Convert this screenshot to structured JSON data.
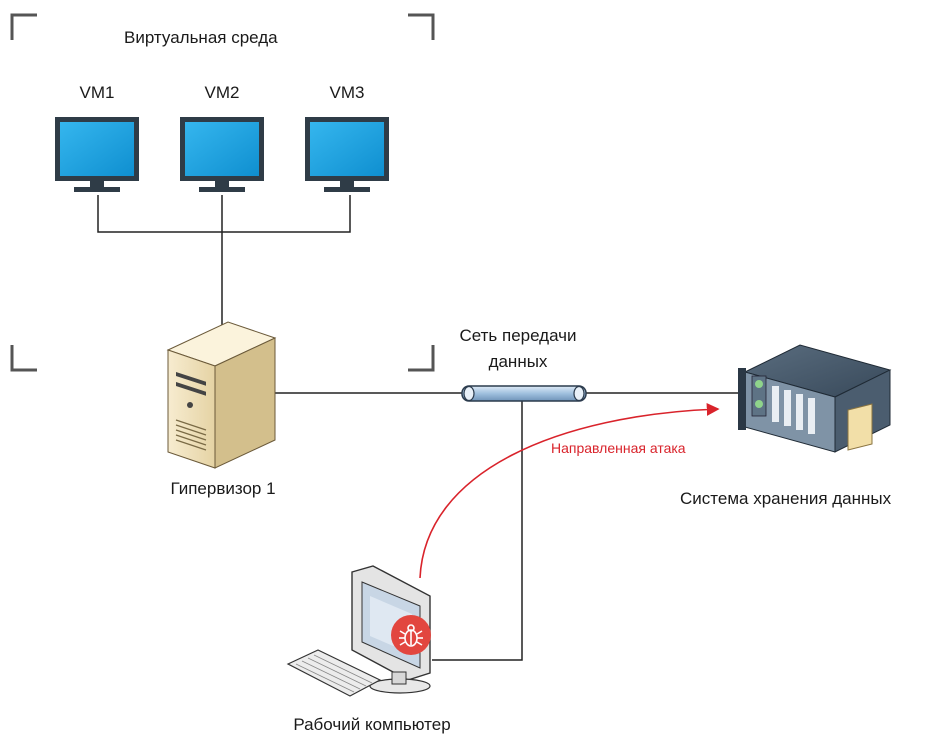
{
  "diagram": {
    "virtual_env_label": "Виртуальная среда",
    "vms": [
      {
        "label": "VM1"
      },
      {
        "label": "VM2"
      },
      {
        "label": "VM3"
      }
    ],
    "hypervisor_label": "Гипервизор 1",
    "network_label_line1": "Сеть передачи",
    "network_label_line2": "данных",
    "storage_label": "Система хранения данных",
    "attack_label": "Направленная атака",
    "workstation_label": "Рабочий компьютер",
    "colors": {
      "monitor_screen": "#1aa3e0",
      "monitor_frame": "#2f3c47",
      "attack_arrow": "#d9232b",
      "bug_badge": "#e2463f",
      "server_body": "#efe0b8",
      "network_pipe": "#9fc0de"
    }
  }
}
